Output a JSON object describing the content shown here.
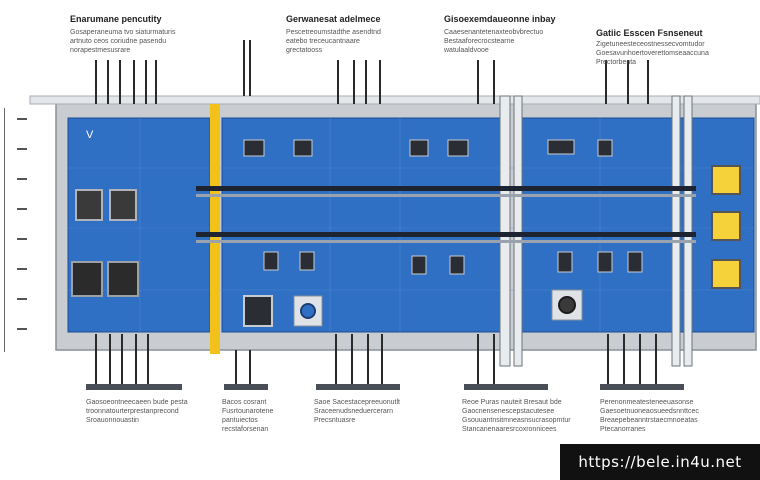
{
  "callouts_top": [
    {
      "title": "Enarumane pencutity",
      "text": "Gosaperaneuma tvo siaturmaturis\nartnuto ceos coriudne pasendu\nnorapestmesusrare"
    },
    {
      "title": "Gerwanesat adelmece",
      "text": "Pescetreoumstadthe asendtnd\neatebo treceucantnaare\ngrectatooss"
    },
    {
      "title": "Gisoexemdaueonne inbay",
      "text": "Caaesenantetenaxteobvbrectuo\nBestaaforecrocstearne\nwatulaaldvooe"
    },
    {
      "title": "Gatiic Esscen Fsnseneut",
      "text": "Zigetuneesteceostnessecvomtudor\nGoesavunhoertoverettomseaaccuna\nPrectorbenta"
    }
  ],
  "callouts_bottom": [
    {
      "text": "Gaosoeontneecaeen bude pesta\ntroonnatourterprestanprecond\nSroauonnouastin"
    },
    {
      "text": "Bacos cosrant\nFusrtounarotene\npantuiectos\nrecstaforsenan"
    },
    {
      "text": "Saoe Sacestacepreeuonutlt\nSraceenudsneduercerarn\nPrecsntuasre"
    },
    {
      "text": "Reoe Puras nauteit Bresaut bde\nGaocnensenescepstacutesee\nGsouuantnsitmneasnsucrasopmtur\nStancanenaaresrcoxronnicees"
    },
    {
      "text": "Perenonmeatesteneeuasonse\nGaesoetnuoneaosueedsnnttcec\nBreaepebeanntrstaecmnoeatas\nPtecanorranes"
    }
  ],
  "panel": {
    "label": "V"
  },
  "watermark": "https://bele.in4u.net",
  "colors": {
    "panel_blue": "#2f6fc4",
    "panel_edge": "#1c4d96",
    "frame": "#c9cdd2",
    "accent_yellow": "#f2c21b",
    "bus": "#1d2330"
  }
}
